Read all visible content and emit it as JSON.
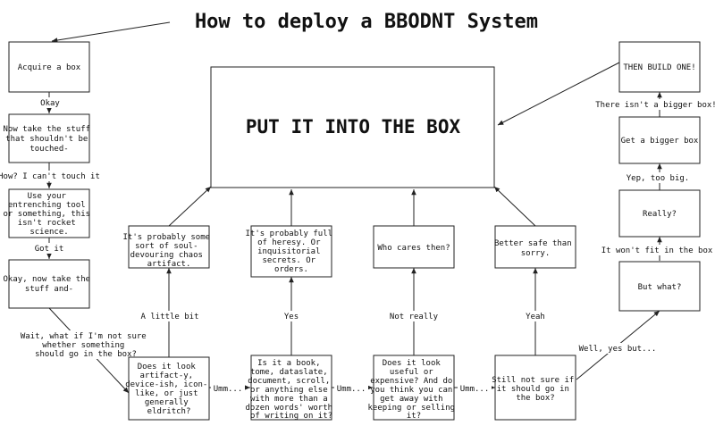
{
  "title": "How to deploy a BBODNT System",
  "nodes": {
    "acquire": "Acquire a box",
    "take_stuff": [
      "Now take the stuff",
      "that shouldn't be",
      "touched-"
    ],
    "use_tool": [
      "Use your",
      "entrenching tool",
      "or something, this",
      "isn't rocket",
      "science."
    ],
    "okay_now": [
      "Okay, now take the",
      "stuff and-"
    ],
    "put_box": "PUT IT INTO THE BOX",
    "q1": [
      "Does it look",
      "artifact-y,",
      "device-ish, icon-",
      "like, or just",
      "generally",
      "eldritch?"
    ],
    "q2": [
      "Is it a book,",
      "tome, dataslate,",
      "document, scroll,",
      "or anything else",
      "with more than a",
      "dozen words' worth",
      "of writing on it?"
    ],
    "q3": [
      "Does it look",
      "useful or",
      "expensive? And do",
      "you think you can",
      "get away with",
      "keeping or selling",
      "it?"
    ],
    "q4": [
      "Still not sure if",
      "it should go in",
      "the box?"
    ],
    "a1": [
      "It's probably some",
      "sort of soul-",
      "devouring chaos",
      "artifact."
    ],
    "a2": [
      "It's probably full",
      "of heresy. Or",
      "inquisitorial",
      "secrets. Or",
      "orders."
    ],
    "a3": "Who cares then?",
    "a4": [
      "Better safe than",
      "sorry."
    ],
    "but_what": "But what?",
    "really": "Really?",
    "bigger_box": "Get a bigger box",
    "build_one": "THEN BUILD ONE!"
  },
  "edges": {
    "okay": "Okay",
    "cant_touch": "How? I can't touch it",
    "got_it": "Got it",
    "wait": [
      "Wait, what if I'm not sure",
      "whether something",
      "should go in the box?"
    ],
    "umm1": "Umm...",
    "umm2": "Umm...",
    "umm3": "Umm...",
    "a_little_bit": "A little bit",
    "yes": "Yes",
    "not_really": "Not really",
    "yeah": "Yeah",
    "well_yes_but": "Well, yes but...",
    "wont_fit": "It won't fit in the box",
    "yep_too_big": "Yep, too big.",
    "no_bigger": "There isn't a bigger box!"
  }
}
